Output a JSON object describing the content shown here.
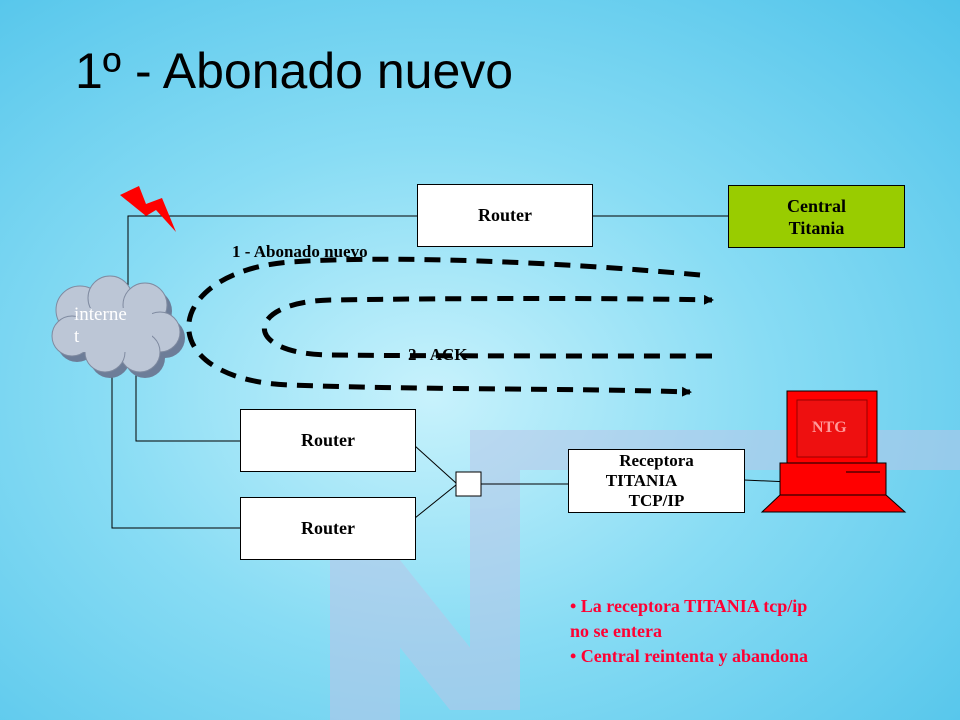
{
  "title": "1º - Abonado nuevo",
  "nodes": {
    "internet": "interne t",
    "router_top": "Router",
    "central_line1": "Central",
    "central_line2": "Titania",
    "router_mid": "Router",
    "router_bottom": "Router",
    "receptora_line1": "Receptora",
    "receptora_line2": "TITANIA",
    "receptora_line3": "TCP/IP",
    "ntg": "NTG"
  },
  "arrows": {
    "step1": "1 - Abonado nuevo",
    "step2": "2 - ACK"
  },
  "notes": [
    "• La receptora TITANIA tcp/ip",
    "no se entera",
    "• Central reintenta y abandona"
  ],
  "colors": {
    "central_fill": "#99cc00",
    "notes_text": "#ff0033",
    "computer": "#ff0000",
    "lightning": "#ff0000"
  }
}
